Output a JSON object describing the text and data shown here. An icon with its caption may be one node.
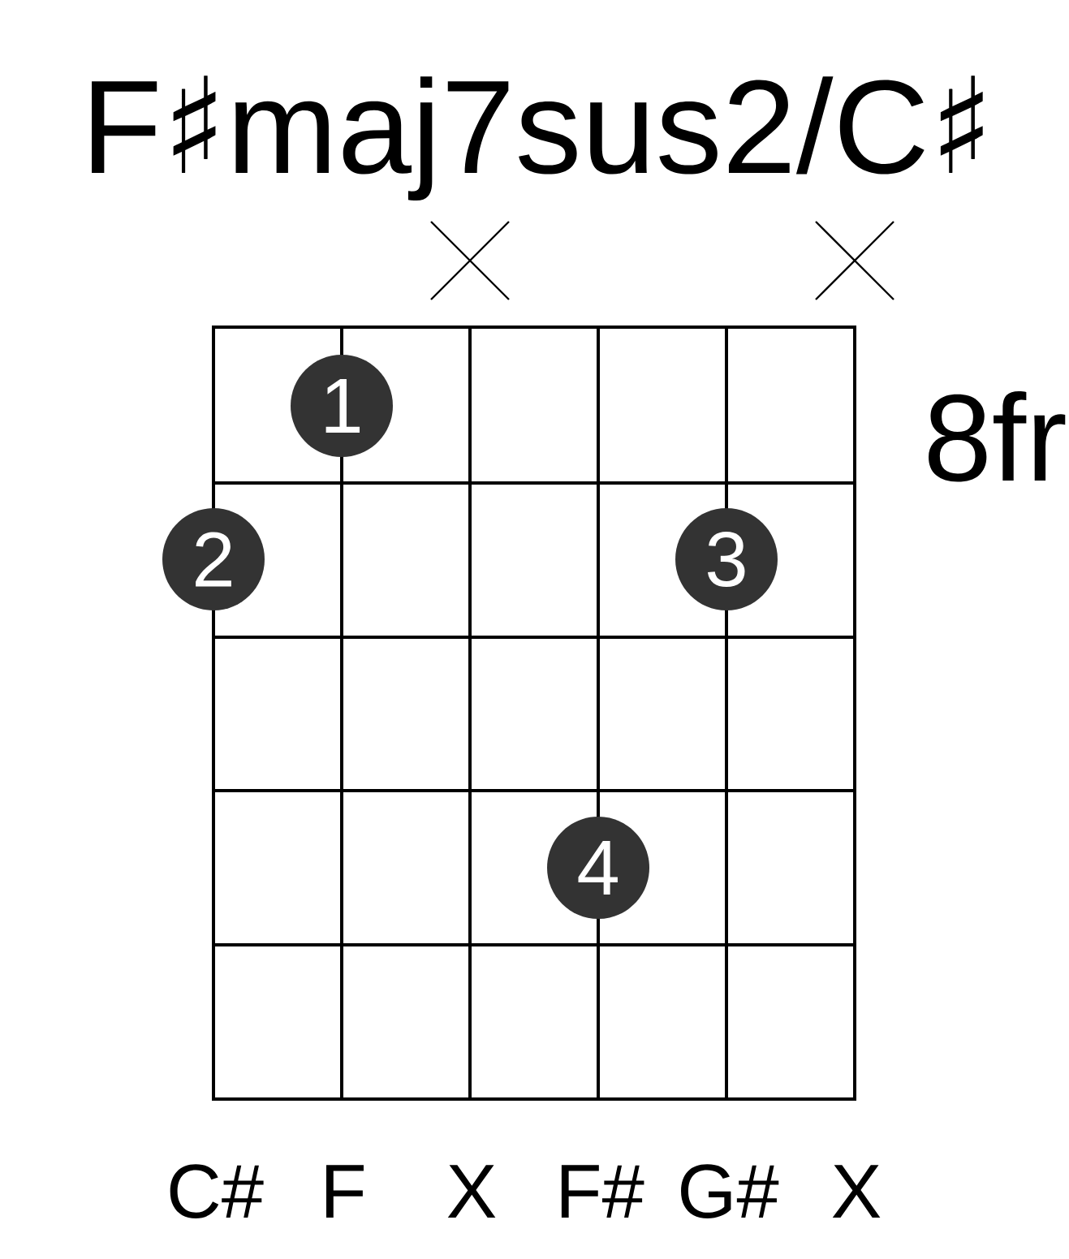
{
  "diagram": {
    "title": "F♯maj7sus2/C♯",
    "nodes": [
      {
        "text": [
          "1"
        ]
      },
      {
        "text": [
          "2"
        ]
      },
      {
        "text": [
          "3"
        ]
      },
      {
        "text": [
          "4"
        ]
      }
    ],
    "labels": [
      "8fr",
      "C#",
      "F",
      "X",
      "F#",
      "G#",
      "X"
    ]
  }
}
